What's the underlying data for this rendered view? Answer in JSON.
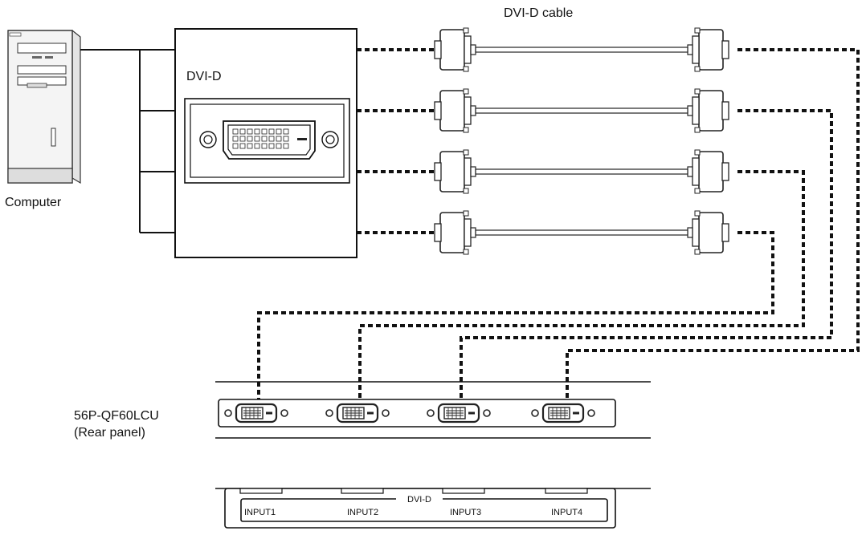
{
  "labels": {
    "cable": "DVI-D cable",
    "splitter_port": "DVI-D",
    "computer": "Computer",
    "monitor_model": "56P-QF60LCU",
    "monitor_view": "(Rear panel)",
    "panel_group": "DVI-D"
  },
  "inputs": [
    "INPUT1",
    "INPUT2",
    "INPUT3",
    "INPUT4"
  ],
  "icons": [
    "computer-tower-icon",
    "dvi-connector-icon",
    "dvi-cable-icon"
  ]
}
